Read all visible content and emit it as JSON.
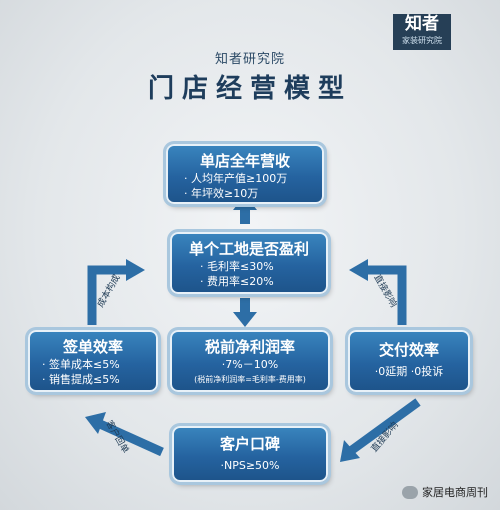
{
  "logo": {
    "main": "知者",
    "sub": "家装研究院"
  },
  "header": {
    "subtitle": "知者研究院",
    "title": "门店经营模型"
  },
  "boxes": {
    "revenue": {
      "title": "单店全年营收",
      "lines": [
        "· 人均年产值≥100万",
        "· 年坪效≥10万"
      ]
    },
    "profit": {
      "title": "单个工地是否盈利",
      "lines": [
        "· 毛利率≤30%",
        "· 费用率≤20%"
      ]
    },
    "contract": {
      "title": "签单效率",
      "lines": [
        "· 签单成本≤5%",
        "· 销售提成≤5%"
      ]
    },
    "pretax": {
      "title": "税前净利润率",
      "lines": [
        "·7%－10%",
        "(税前净利润率=毛利率-费用率)"
      ]
    },
    "delivery": {
      "title": "交付效率",
      "lines": [
        "·0延期  ·0投诉"
      ]
    },
    "reputation": {
      "title": "客户口碑",
      "lines": [
        "·NPS≥50%"
      ]
    }
  },
  "labels": {
    "cost": "成本构成",
    "direct1": "直接影响",
    "customer": "客户回单",
    "direct2": "直接影响"
  },
  "footer": {
    "text": "家居电商周刊"
  },
  "colors": {
    "box": "#2563a0",
    "arrow": "#2d6ea6",
    "title": "#1e3d5c"
  }
}
